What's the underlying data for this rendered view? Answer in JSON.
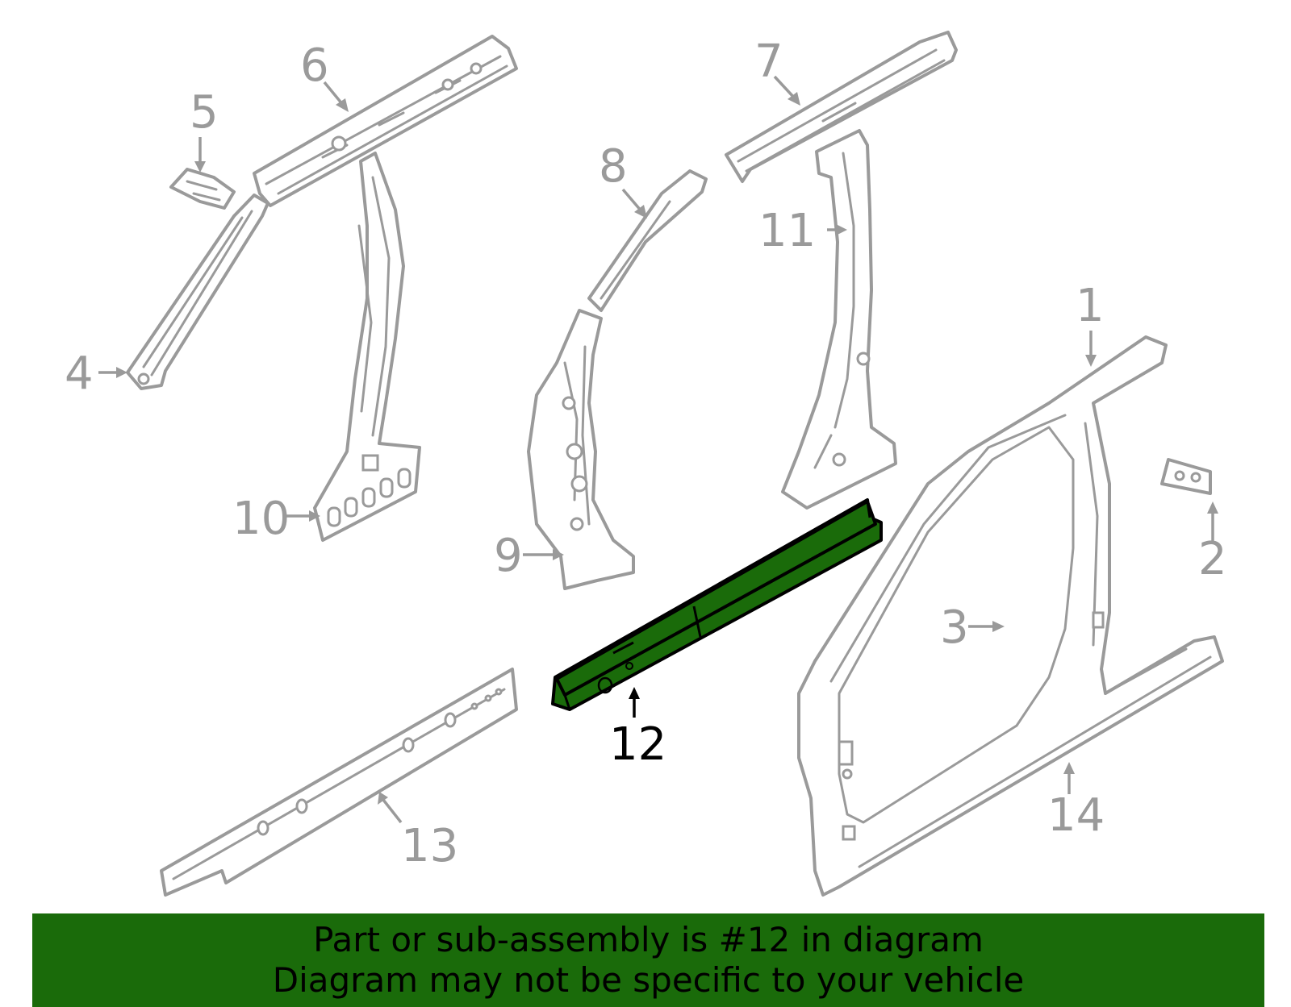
{
  "callouts": {
    "c1": "1",
    "c2": "2",
    "c3": "3",
    "c4": "4",
    "c5": "5",
    "c6": "6",
    "c7": "7",
    "c8": "8",
    "c9": "9",
    "c10": "10",
    "c11": "11",
    "c12": "12",
    "c13": "13",
    "c14": "14"
  },
  "highlighted_part": "12",
  "colors": {
    "highlight": "#1a6b0a",
    "line_art": "#9a9a9a",
    "highlight_outline": "#000000"
  },
  "banner": {
    "line1": "Part or sub-assembly is #12 in diagram",
    "line2": "Diagram may not be specific to your vehicle"
  }
}
